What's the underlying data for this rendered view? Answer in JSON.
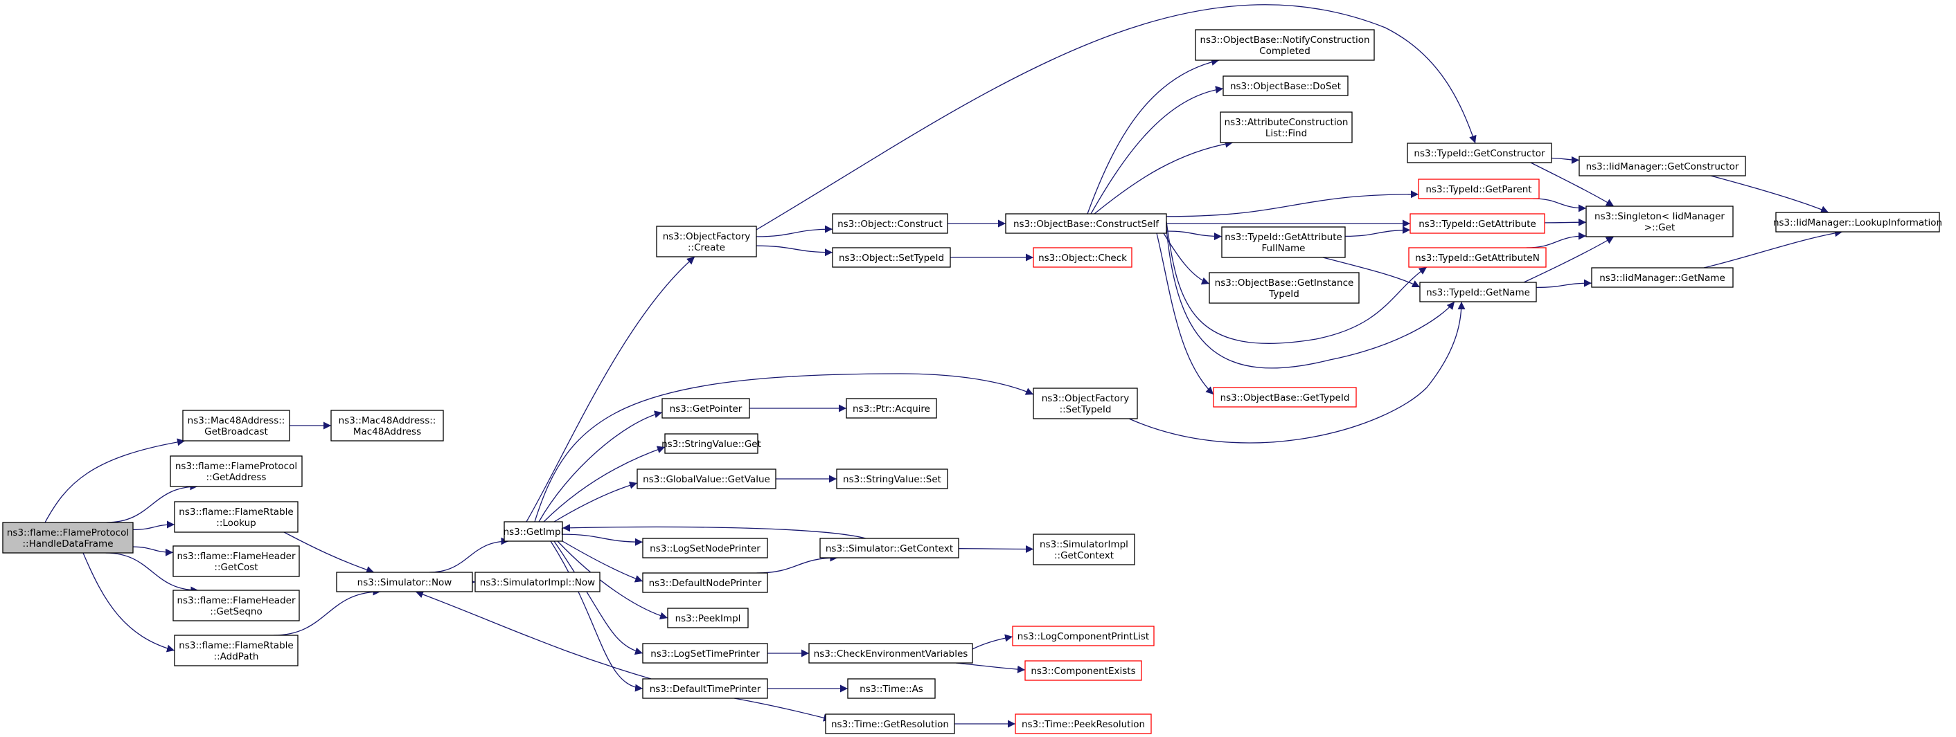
{
  "graph": {
    "colors": {
      "edge": "#191970",
      "node_border": "#000000",
      "truncated_node_border": "#ff0000",
      "root_fill": "#bfbfbf",
      "node_fill": "#ffffff"
    },
    "nodes": [
      {
        "id": "root",
        "lines": [
          "ns3::flame::FlameProtocol",
          "::HandleDataFrame"
        ],
        "style": "root"
      },
      {
        "id": "mac_gb",
        "lines": [
          "ns3::Mac48Address::",
          "GetBroadcast"
        ]
      },
      {
        "id": "mac_ctor",
        "lines": [
          "ns3::Mac48Address::",
          "Mac48Address"
        ]
      },
      {
        "id": "fp_getaddr",
        "lines": [
          "ns3::flame::FlameProtocol",
          "::GetAddress"
        ]
      },
      {
        "id": "frt_lookup",
        "lines": [
          "ns3::flame::FlameRtable",
          "::Lookup"
        ]
      },
      {
        "id": "fh_cost",
        "lines": [
          "ns3::flame::FlameHeader",
          "::GetCost"
        ]
      },
      {
        "id": "fh_seqno",
        "lines": [
          "ns3::flame::FlameHeader",
          "::GetSeqno"
        ]
      },
      {
        "id": "frt_addpath",
        "lines": [
          "ns3::flame::FlameRtable",
          "::AddPath"
        ]
      },
      {
        "id": "sim_now",
        "lines": [
          "ns3::Simulator::Now"
        ]
      },
      {
        "id": "simimpl_now",
        "lines": [
          "ns3::SimulatorImpl::Now"
        ]
      },
      {
        "id": "getimpl",
        "lines": [
          "ns3::GetImpl"
        ]
      },
      {
        "id": "of_create",
        "lines": [
          "ns3::ObjectFactory",
          "::Create"
        ]
      },
      {
        "id": "obj_construct",
        "lines": [
          "ns3::Object::Construct"
        ]
      },
      {
        "id": "obj_settypeid",
        "lines": [
          "ns3::Object::SetTypeId"
        ]
      },
      {
        "id": "obj_check",
        "lines": [
          "ns3::Object::Check"
        ],
        "style": "red"
      },
      {
        "id": "ob_constructself",
        "lines": [
          "ns3::ObjectBase::ConstructSelf"
        ]
      },
      {
        "id": "ob_notify",
        "lines": [
          "ns3::ObjectBase::NotifyConstruction",
          "Completed"
        ]
      },
      {
        "id": "ob_doset",
        "lines": [
          "ns3::ObjectBase::DoSet"
        ]
      },
      {
        "id": "acl_find",
        "lines": [
          "ns3::AttributeConstruction",
          "List::Find"
        ]
      },
      {
        "id": "tid_getattrfull",
        "lines": [
          "ns3::TypeId::GetAttribute",
          "FullName"
        ]
      },
      {
        "id": "ob_getinstance",
        "lines": [
          "ns3::ObjectBase::GetInstance",
          "TypeId"
        ]
      },
      {
        "id": "ob_gettypeid",
        "lines": [
          "ns3::ObjectBase::GetTypeId"
        ],
        "style": "red"
      },
      {
        "id": "tid_getctor",
        "lines": [
          "ns3::TypeId::GetConstructor"
        ]
      },
      {
        "id": "tid_getparent",
        "lines": [
          "ns3::TypeId::GetParent"
        ],
        "style": "red"
      },
      {
        "id": "tid_getattr",
        "lines": [
          "ns3::TypeId::GetAttribute"
        ],
        "style": "red"
      },
      {
        "id": "tid_getattrn",
        "lines": [
          "ns3::TypeId::GetAttributeN"
        ],
        "style": "red"
      },
      {
        "id": "tid_getname",
        "lines": [
          "ns3::TypeId::GetName"
        ]
      },
      {
        "id": "singleton_get",
        "lines": [
          "ns3::Singleton< IidManager",
          " >::Get"
        ]
      },
      {
        "id": "iid_getctor",
        "lines": [
          "ns3::IidManager::GetConstructor"
        ]
      },
      {
        "id": "iid_getname",
        "lines": [
          "ns3::IidManager::GetName"
        ]
      },
      {
        "id": "iid_lookup",
        "lines": [
          "ns3::IidManager::LookupInformation"
        ]
      },
      {
        "id": "of_settypeid",
        "lines": [
          "ns3::ObjectFactory",
          "::SetTypeId"
        ]
      },
      {
        "id": "getpointer",
        "lines": [
          "ns3::GetPointer"
        ]
      },
      {
        "id": "ptr_acquire",
        "lines": [
          "ns3::Ptr::Acquire"
        ]
      },
      {
        "id": "sv_get",
        "lines": [
          "ns3::StringValue::Get"
        ]
      },
      {
        "id": "gv_getvalue",
        "lines": [
          "ns3::GlobalValue::GetValue"
        ]
      },
      {
        "id": "sv_set",
        "lines": [
          "ns3::StringValue::Set"
        ]
      },
      {
        "id": "logsetnodeprinter",
        "lines": [
          "ns3::LogSetNodePrinter"
        ]
      },
      {
        "id": "defaultnodeprinter",
        "lines": [
          "ns3::DefaultNodePrinter"
        ]
      },
      {
        "id": "sim_getcontext",
        "lines": [
          "ns3::Simulator::GetContext"
        ]
      },
      {
        "id": "simimpl_getcontext",
        "lines": [
          "ns3::SimulatorImpl",
          "::GetContext"
        ]
      },
      {
        "id": "peekimpl",
        "lines": [
          "ns3::PeekImpl"
        ]
      },
      {
        "id": "logsettimeprinter",
        "lines": [
          "ns3::LogSetTimePrinter"
        ]
      },
      {
        "id": "checkenv",
        "lines": [
          "ns3::CheckEnvironmentVariables"
        ]
      },
      {
        "id": "logcomp_printlist",
        "lines": [
          "ns3::LogComponentPrintList"
        ],
        "style": "red"
      },
      {
        "id": "comp_exists",
        "lines": [
          "ns3::ComponentExists"
        ],
        "style": "red"
      },
      {
        "id": "defaulttimeprinter",
        "lines": [
          "ns3::DefaultTimePrinter"
        ]
      },
      {
        "id": "time_as",
        "lines": [
          "ns3::Time::As"
        ]
      },
      {
        "id": "time_getres",
        "lines": [
          "ns3::Time::GetResolution"
        ]
      },
      {
        "id": "time_peekres",
        "lines": [
          "ns3::Time::PeekResolution"
        ],
        "style": "red"
      }
    ],
    "edges": [
      {
        "from": "root",
        "to": "mac_gb"
      },
      {
        "from": "root",
        "to": "fp_getaddr"
      },
      {
        "from": "root",
        "to": "frt_lookup"
      },
      {
        "from": "root",
        "to": "fh_cost"
      },
      {
        "from": "root",
        "to": "fh_seqno"
      },
      {
        "from": "root",
        "to": "frt_addpath"
      },
      {
        "from": "mac_gb",
        "to": "mac_ctor"
      },
      {
        "from": "frt_lookup",
        "to": "sim_now"
      },
      {
        "from": "frt_addpath",
        "to": "sim_now"
      },
      {
        "from": "sim_now",
        "to": "getimpl"
      },
      {
        "from": "sim_now",
        "to": "simimpl_now"
      },
      {
        "from": "getimpl",
        "to": "of_create"
      },
      {
        "from": "getimpl",
        "to": "of_settypeid"
      },
      {
        "from": "getimpl",
        "to": "getpointer"
      },
      {
        "from": "getimpl",
        "to": "sv_get"
      },
      {
        "from": "getimpl",
        "to": "gv_getvalue"
      },
      {
        "from": "getimpl",
        "to": "logsetnodeprinter"
      },
      {
        "from": "getimpl",
        "to": "defaultnodeprinter"
      },
      {
        "from": "getimpl",
        "to": "peekimpl"
      },
      {
        "from": "getimpl",
        "to": "logsettimeprinter"
      },
      {
        "from": "getimpl",
        "to": "defaulttimeprinter"
      },
      {
        "from": "of_create",
        "to": "obj_construct"
      },
      {
        "from": "of_create",
        "to": "obj_settypeid"
      },
      {
        "from": "of_create",
        "to": "tid_getctor"
      },
      {
        "from": "obj_construct",
        "to": "ob_constructself"
      },
      {
        "from": "obj_settypeid",
        "to": "obj_check"
      },
      {
        "from": "ob_constructself",
        "to": "ob_notify"
      },
      {
        "from": "ob_constructself",
        "to": "ob_doset"
      },
      {
        "from": "ob_constructself",
        "to": "acl_find"
      },
      {
        "from": "ob_constructself",
        "to": "tid_getattrfull"
      },
      {
        "from": "ob_constructself",
        "to": "ob_getinstance"
      },
      {
        "from": "ob_constructself",
        "to": "ob_gettypeid"
      },
      {
        "from": "ob_constructself",
        "to": "tid_getparent"
      },
      {
        "from": "ob_constructself",
        "to": "tid_getattr"
      },
      {
        "from": "ob_constructself",
        "to": "tid_getattrn"
      },
      {
        "from": "ob_constructself",
        "to": "tid_getname"
      },
      {
        "from": "tid_getattrfull",
        "to": "tid_getattr"
      },
      {
        "from": "tid_getattrfull",
        "to": "tid_getname"
      },
      {
        "from": "tid_getctor",
        "to": "iid_getctor"
      },
      {
        "from": "tid_getctor",
        "to": "singleton_get"
      },
      {
        "from": "tid_getparent",
        "to": "singleton_get"
      },
      {
        "from": "tid_getattr",
        "to": "singleton_get"
      },
      {
        "from": "tid_getattrn",
        "to": "singleton_get"
      },
      {
        "from": "tid_getname",
        "to": "singleton_get"
      },
      {
        "from": "tid_getname",
        "to": "iid_getname"
      },
      {
        "from": "iid_getctor",
        "to": "iid_lookup"
      },
      {
        "from": "iid_getname",
        "to": "iid_lookup"
      },
      {
        "from": "of_settypeid",
        "to": "tid_getname"
      },
      {
        "from": "getpointer",
        "to": "ptr_acquire"
      },
      {
        "from": "gv_getvalue",
        "to": "sv_set"
      },
      {
        "from": "defaultnodeprinter",
        "to": "sim_getcontext"
      },
      {
        "from": "sim_getcontext",
        "to": "getimpl"
      },
      {
        "from": "sim_getcontext",
        "to": "simimpl_getcontext"
      },
      {
        "from": "logsettimeprinter",
        "to": "checkenv"
      },
      {
        "from": "checkenv",
        "to": "logcomp_printlist"
      },
      {
        "from": "checkenv",
        "to": "comp_exists"
      },
      {
        "from": "defaulttimeprinter",
        "to": "sim_now"
      },
      {
        "from": "defaulttimeprinter",
        "to": "time_as"
      },
      {
        "from": "defaulttimeprinter",
        "to": "time_getres"
      },
      {
        "from": "time_getres",
        "to": "time_peekres"
      }
    ]
  }
}
